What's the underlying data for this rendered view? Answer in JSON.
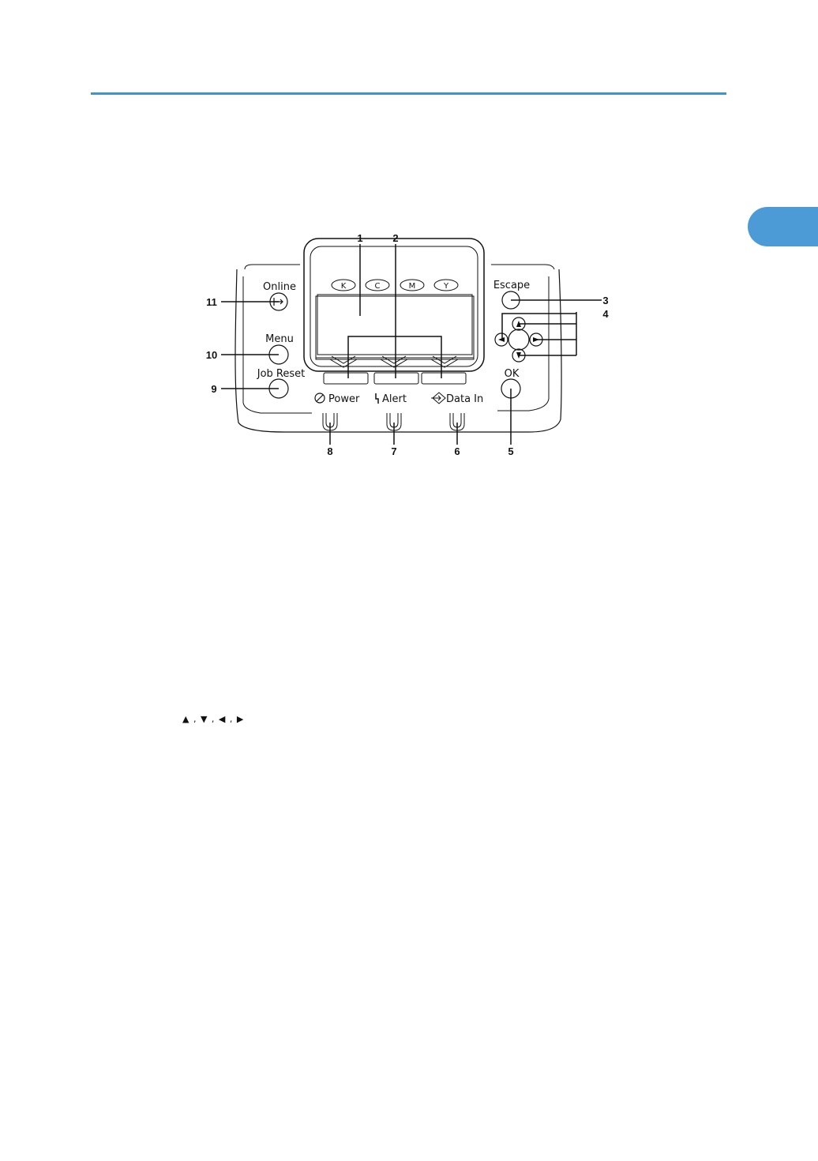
{
  "header": {
    "accent_color": "#3f93cf"
  },
  "chapter_tab": {
    "color": "#4d9bd6"
  },
  "figure": {
    "ink_indicators": [
      "K",
      "C",
      "M",
      "Y"
    ],
    "buttons": {
      "online": "Online",
      "menu": "Menu",
      "job_reset": "Job Reset",
      "escape": "Escape",
      "ok": "OK"
    },
    "indicators": {
      "power": "Power",
      "alert": "Alert",
      "data_in": "Data In"
    },
    "callouts": [
      "1",
      "2",
      "3",
      "4",
      "5",
      "6",
      "7",
      "8",
      "9",
      "10",
      "11"
    ]
  },
  "arrow_keys_text": "▲ , ▼ , ◀ , ▶"
}
